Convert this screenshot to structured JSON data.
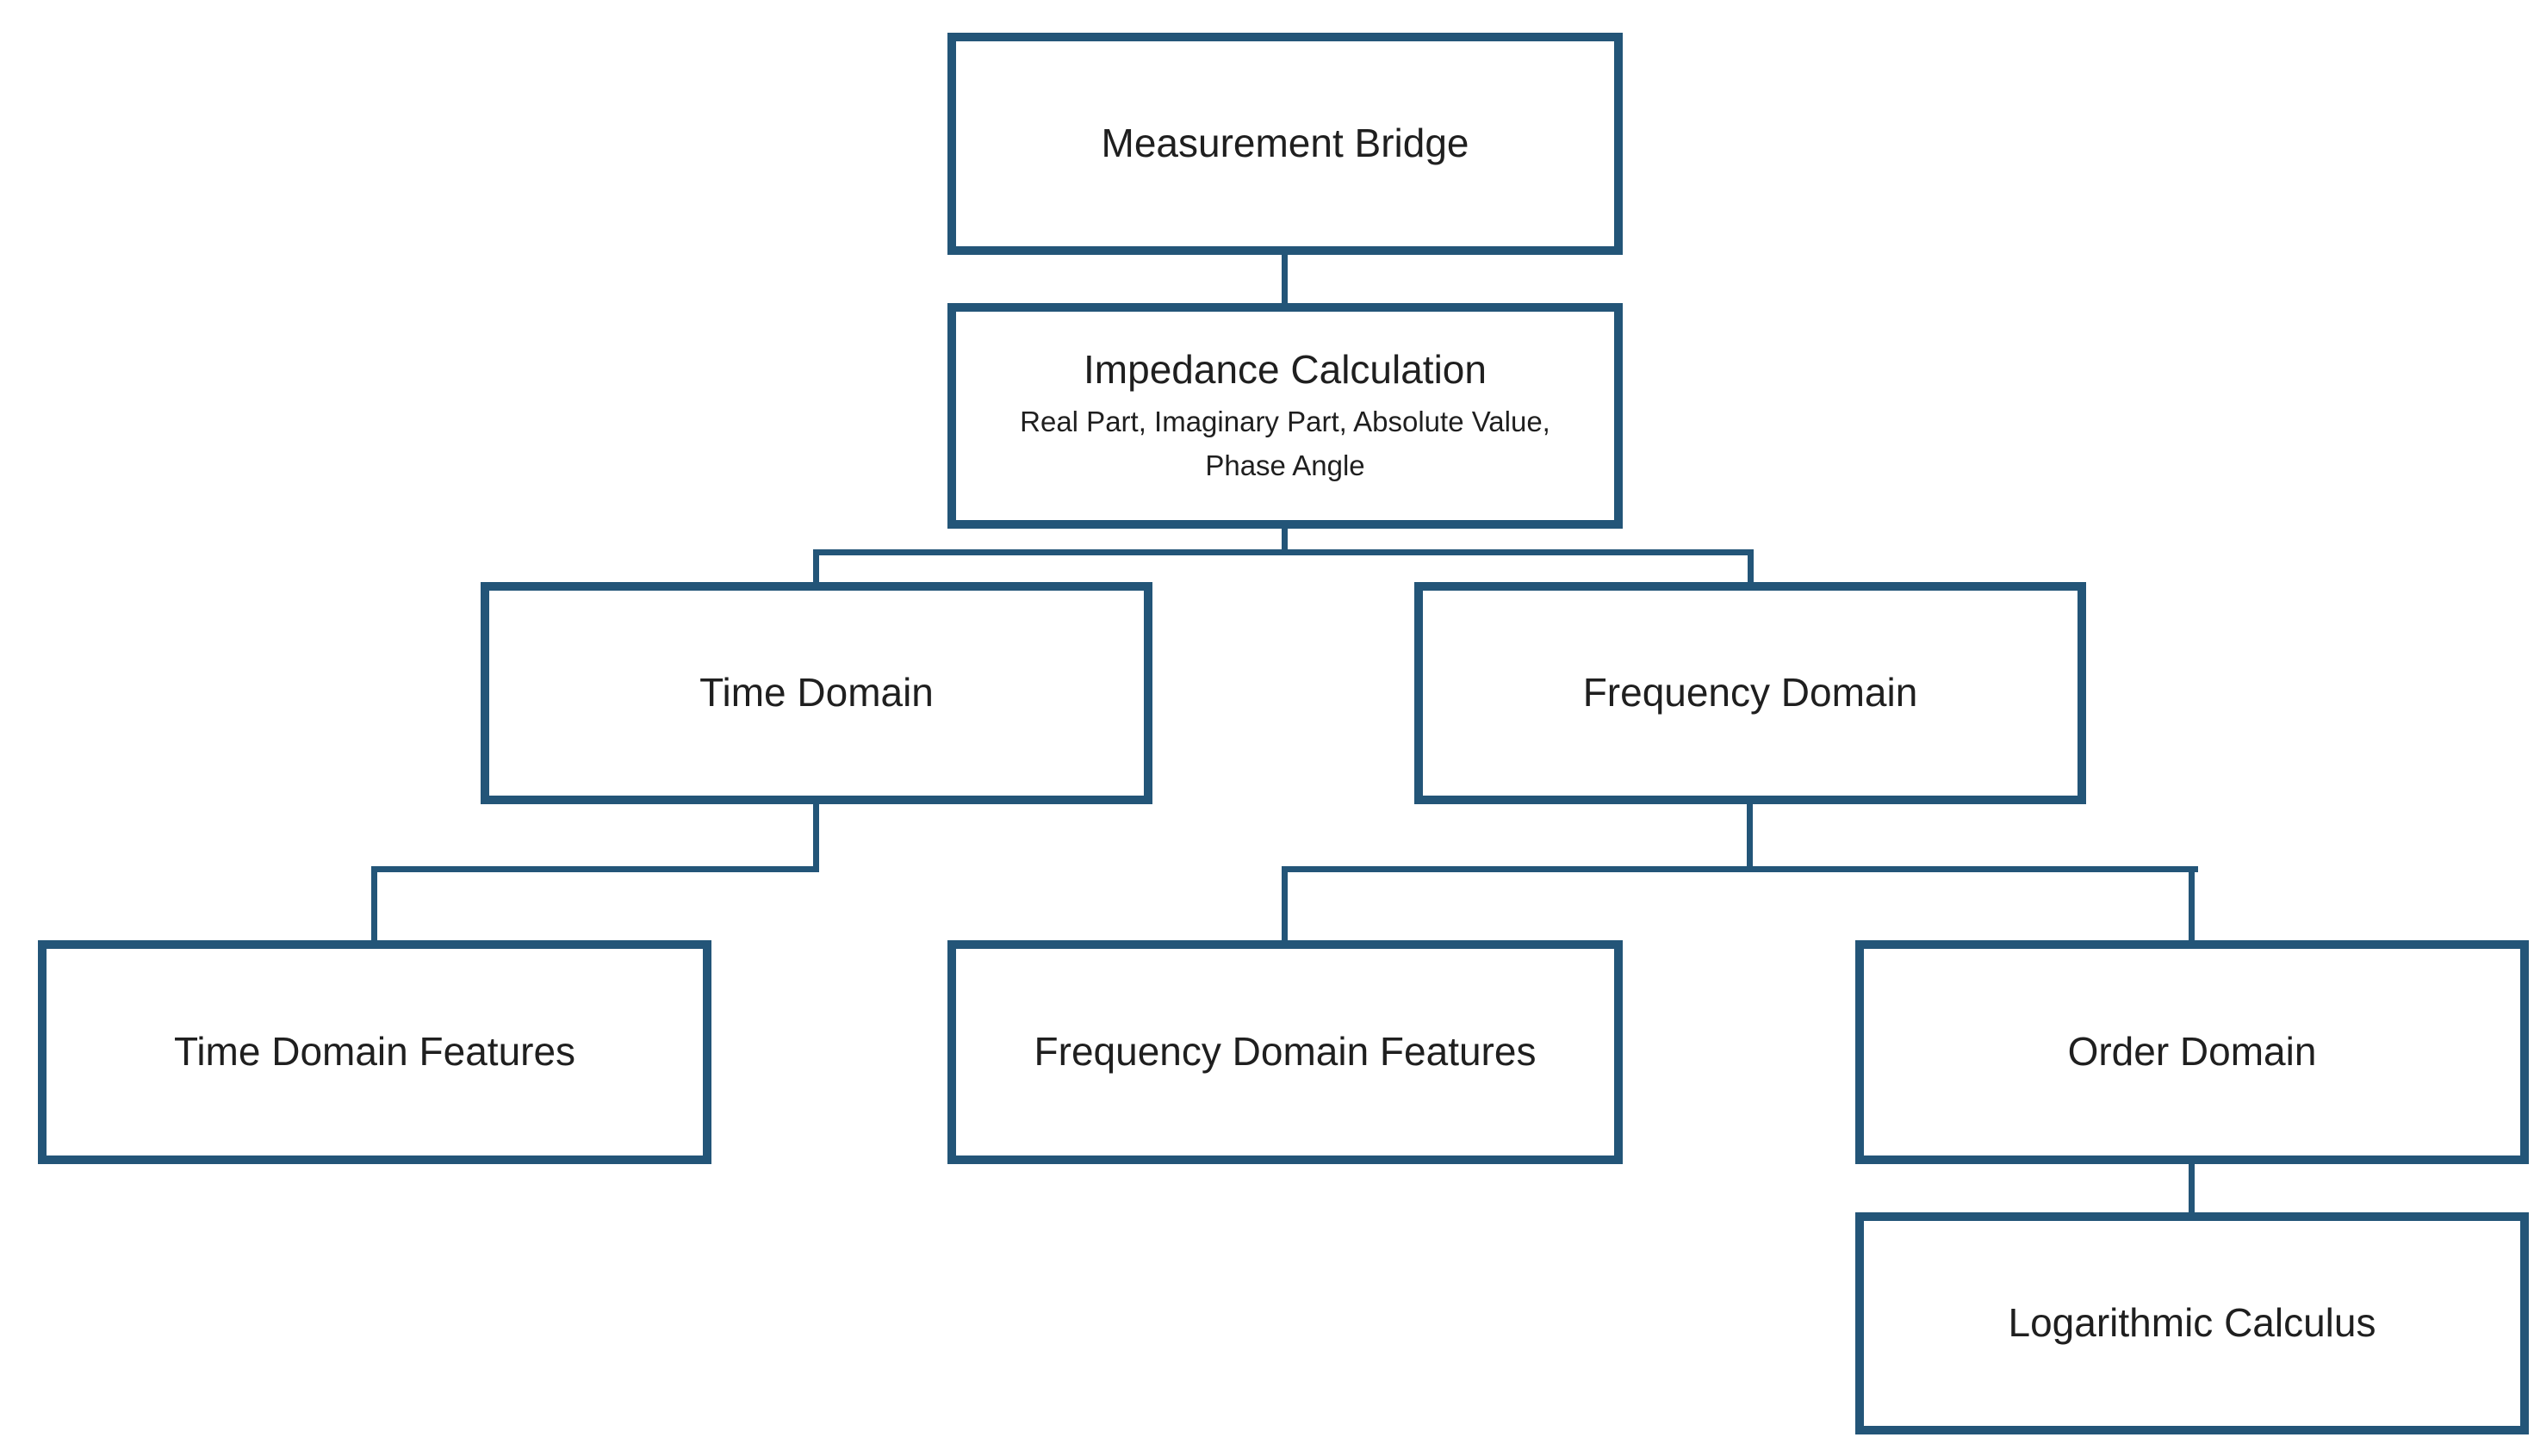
{
  "diagram": {
    "type": "hierarchy-flowchart",
    "border_color": "#235578",
    "text_color": "#1f1f1f",
    "background_color": "#ffffff",
    "nodes": [
      {
        "id": "measurement-bridge",
        "label": "Measurement Bridge"
      },
      {
        "id": "impedance-calculation",
        "label": "Impedance Calculation",
        "sublabel": "Real Part, Imaginary Part, Absolute Value,\nPhase Angle"
      },
      {
        "id": "time-domain",
        "label": "Time Domain"
      },
      {
        "id": "frequency-domain",
        "label": "Frequency Domain"
      },
      {
        "id": "time-domain-features",
        "label": "Time Domain Features"
      },
      {
        "id": "frequency-domain-features",
        "label": "Frequency Domain Features"
      },
      {
        "id": "order-domain",
        "label": "Order Domain"
      },
      {
        "id": "logarithmic-calculus",
        "label": "Logarithmic Calculus"
      }
    ],
    "edges": [
      {
        "from": "measurement-bridge",
        "to": "impedance-calculation"
      },
      {
        "from": "impedance-calculation",
        "to": "time-domain"
      },
      {
        "from": "impedance-calculation",
        "to": "frequency-domain"
      },
      {
        "from": "time-domain",
        "to": "time-domain-features"
      },
      {
        "from": "frequency-domain",
        "to": "frequency-domain-features"
      },
      {
        "from": "frequency-domain",
        "to": "order-domain"
      },
      {
        "from": "order-domain",
        "to": "logarithmic-calculus"
      }
    ]
  }
}
